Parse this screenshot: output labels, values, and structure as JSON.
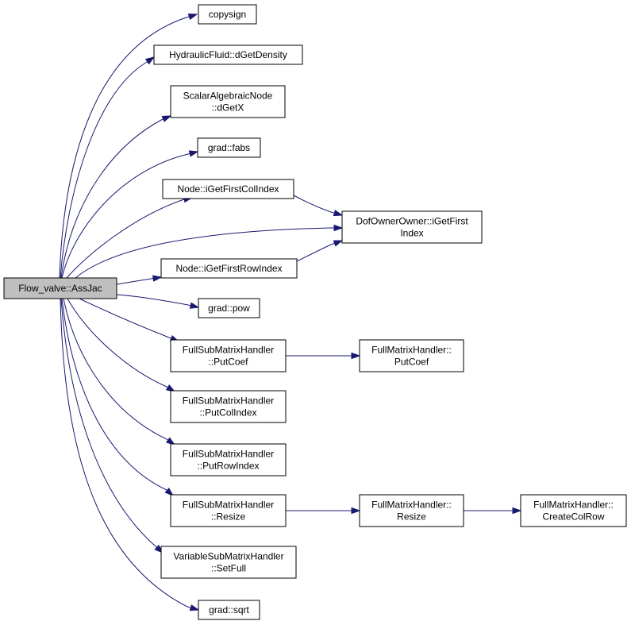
{
  "graph": {
    "colors": {
      "node_fill": "#ffffff",
      "root_fill": "#bfbfbf",
      "node_border": "#000000",
      "edge": "#191970",
      "background": "#ffffff"
    },
    "nodes": [
      {
        "id": "flow_valve_assjac",
        "lines": [
          "Flow_valve::AssJac"
        ],
        "root": true
      },
      {
        "id": "copysign",
        "lines": [
          "copysign"
        ]
      },
      {
        "id": "hydraulicfluid_dgetdensity",
        "lines": [
          "HydraulicFluid::dGetDensity"
        ]
      },
      {
        "id": "scalaralgebraicnode_dgetx",
        "lines": [
          "ScalarAlgebraicNode",
          "::dGetX"
        ]
      },
      {
        "id": "grad_fabs",
        "lines": [
          "grad::fabs"
        ]
      },
      {
        "id": "node_igetfirstcolindex",
        "lines": [
          "Node::iGetFirstColIndex"
        ]
      },
      {
        "id": "dofownerowner_igetfirstindex",
        "lines": [
          "DofOwnerOwner::iGetFirst",
          "Index"
        ]
      },
      {
        "id": "node_igetfirstrowindex",
        "lines": [
          "Node::iGetFirstRowIndex"
        ]
      },
      {
        "id": "grad_pow",
        "lines": [
          "grad::pow"
        ]
      },
      {
        "id": "fullsubmatrixhandler_putcoef",
        "lines": [
          "FullSubMatrixHandler",
          "::PutCoef"
        ]
      },
      {
        "id": "fullmatrixhandler_putcoef",
        "lines": [
          "FullMatrixHandler::",
          "PutCoef"
        ]
      },
      {
        "id": "fullsubmatrixhandler_putcolindex",
        "lines": [
          "FullSubMatrixHandler",
          "::PutColIndex"
        ]
      },
      {
        "id": "fullsubmatrixhandler_putrowindex",
        "lines": [
          "FullSubMatrixHandler",
          "::PutRowIndex"
        ]
      },
      {
        "id": "fullsubmatrixhandler_resize",
        "lines": [
          "FullSubMatrixHandler",
          "::Resize"
        ]
      },
      {
        "id": "fullmatrixhandler_resize",
        "lines": [
          "FullMatrixHandler::",
          "Resize"
        ]
      },
      {
        "id": "fullmatrixhandler_createcolrow",
        "lines": [
          "FullMatrixHandler::",
          "CreateColRow"
        ]
      },
      {
        "id": "variablesubmatrixhandler_setfull",
        "lines": [
          "VariableSubMatrixHandler",
          "::SetFull"
        ]
      },
      {
        "id": "grad_sqrt",
        "lines": [
          "grad::sqrt"
        ]
      }
    ],
    "edges": [
      {
        "from": "flow_valve_assjac",
        "to": "copysign"
      },
      {
        "from": "flow_valve_assjac",
        "to": "hydraulicfluid_dgetdensity"
      },
      {
        "from": "flow_valve_assjac",
        "to": "scalaralgebraicnode_dgetx"
      },
      {
        "from": "flow_valve_assjac",
        "to": "grad_fabs"
      },
      {
        "from": "flow_valve_assjac",
        "to": "node_igetfirstcolindex"
      },
      {
        "from": "flow_valve_assjac",
        "to": "dofownerowner_igetfirstindex"
      },
      {
        "from": "flow_valve_assjac",
        "to": "node_igetfirstrowindex"
      },
      {
        "from": "flow_valve_assjac",
        "to": "grad_pow"
      },
      {
        "from": "flow_valve_assjac",
        "to": "fullsubmatrixhandler_putcoef"
      },
      {
        "from": "flow_valve_assjac",
        "to": "fullsubmatrixhandler_putcolindex"
      },
      {
        "from": "flow_valve_assjac",
        "to": "fullsubmatrixhandler_putrowindex"
      },
      {
        "from": "flow_valve_assjac",
        "to": "fullsubmatrixhandler_resize"
      },
      {
        "from": "flow_valve_assjac",
        "to": "variablesubmatrixhandler_setfull"
      },
      {
        "from": "flow_valve_assjac",
        "to": "grad_sqrt"
      },
      {
        "from": "node_igetfirstcolindex",
        "to": "dofownerowner_igetfirstindex"
      },
      {
        "from": "node_igetfirstrowindex",
        "to": "dofownerowner_igetfirstindex"
      },
      {
        "from": "fullsubmatrixhandler_putcoef",
        "to": "fullmatrixhandler_putcoef"
      },
      {
        "from": "fullsubmatrixhandler_resize",
        "to": "fullmatrixhandler_resize"
      },
      {
        "from": "fullmatrixhandler_resize",
        "to": "fullmatrixhandler_createcolrow"
      }
    ]
  }
}
